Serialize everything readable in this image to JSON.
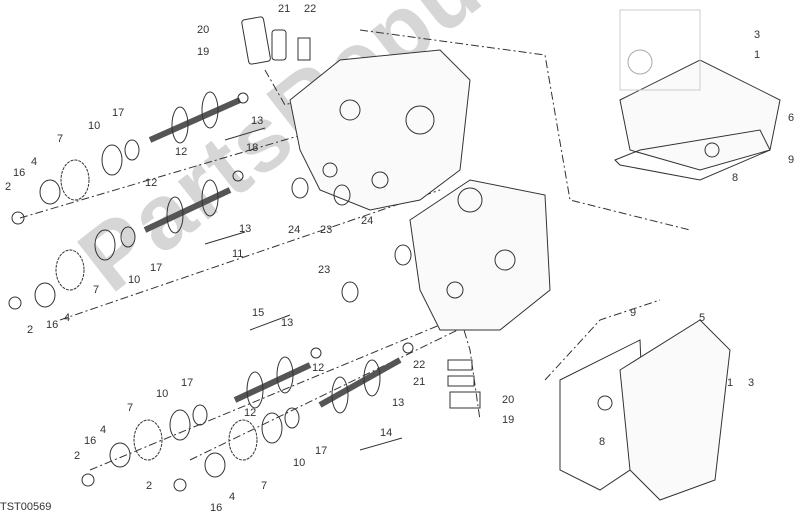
{
  "diagram_code": "TST00569",
  "watermark": "PartsRepublik",
  "colors": {
    "line": "#333333",
    "watermark": "#c9c9c9"
  },
  "callouts": [
    "20",
    "21",
    "22",
    "19",
    "3",
    "1",
    "6",
    "9",
    "8",
    "17",
    "10",
    "7",
    "4",
    "16",
    "2",
    "12",
    "13",
    "18",
    "12",
    "13",
    "11",
    "17",
    "10",
    "7",
    "4",
    "16",
    "2",
    "24",
    "23",
    "24",
    "23",
    "15",
    "13",
    "17",
    "10",
    "7",
    "4",
    "16",
    "2",
    "12",
    "12",
    "13",
    "14",
    "17",
    "10",
    "7",
    "4",
    "16",
    "2",
    "22",
    "21",
    "20",
    "19",
    "9",
    "5",
    "1",
    "3",
    "8"
  ]
}
